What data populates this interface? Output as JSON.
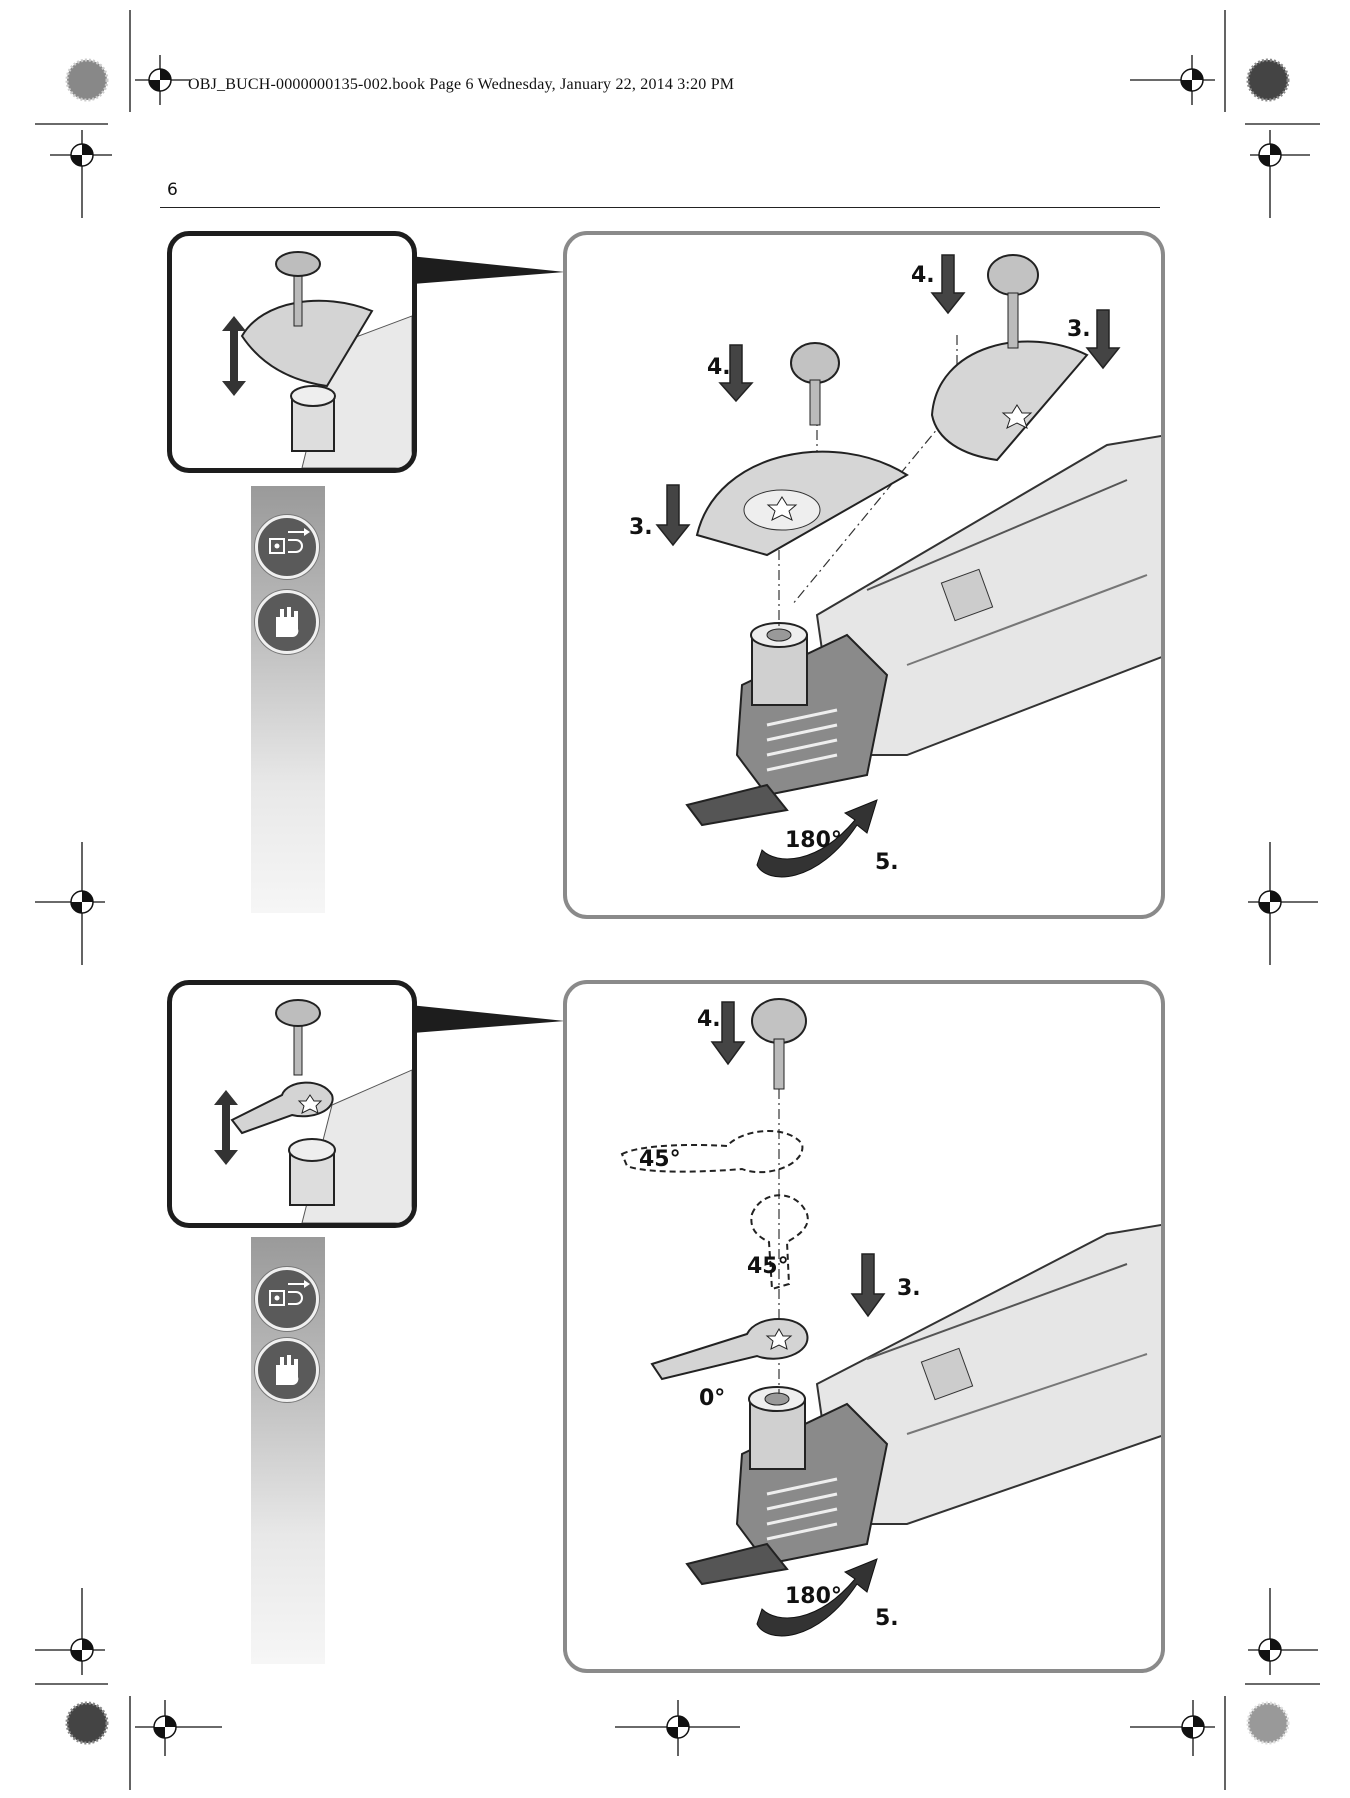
{
  "header": {
    "text": "OBJ_BUCH-0000000135-002.book  Page 6  Wednesday, January 22, 2014  3:20 PM"
  },
  "page": {
    "number": "6"
  },
  "figure_top": {
    "labels": {
      "step4_left": "4.",
      "step4_right": "4.",
      "step3_left": "3.",
      "step3_right": "3.",
      "angle": "180°",
      "step5": "5."
    }
  },
  "figure_bottom": {
    "labels": {
      "step4": "4.",
      "angle_45_a": "45°",
      "angle_45_b": "45°",
      "step3": "3.",
      "angle_0": "0°",
      "angle": "180°",
      "step5": "5."
    }
  },
  "icons": {
    "registration_mark": "registration-crosshair-icon",
    "color_bar": "color-wheel-icon",
    "unplug": "unplug-power-icon",
    "gloves": "wear-gloves-icon"
  }
}
